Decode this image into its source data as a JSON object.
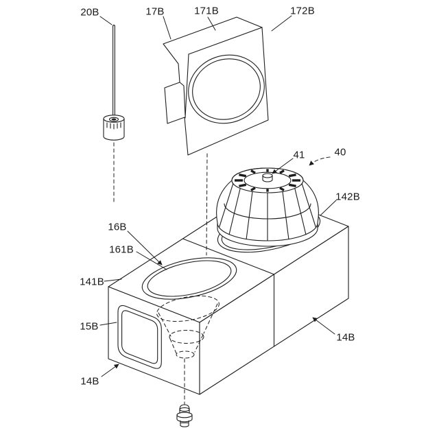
{
  "figure": {
    "colors": {
      "background": "#ffffff",
      "line": "#1c1c1c"
    },
    "labels": [
      {
        "id": "20B",
        "text": "20B"
      },
      {
        "id": "17B",
        "text": "17B"
      },
      {
        "id": "171B",
        "text": "171B"
      },
      {
        "id": "172B",
        "text": "172B"
      },
      {
        "id": "41",
        "text": "41"
      },
      {
        "id": "40",
        "text": "40"
      },
      {
        "id": "142B",
        "text": "142B"
      },
      {
        "id": "16B",
        "text": "16B"
      },
      {
        "id": "161B",
        "text": "161B"
      },
      {
        "id": "141B",
        "text": "141B"
      },
      {
        "id": "15B",
        "text": "15B"
      },
      {
        "id": "14B-left",
        "text": "14B"
      },
      {
        "id": "14B-right",
        "text": "14B"
      }
    ]
  }
}
